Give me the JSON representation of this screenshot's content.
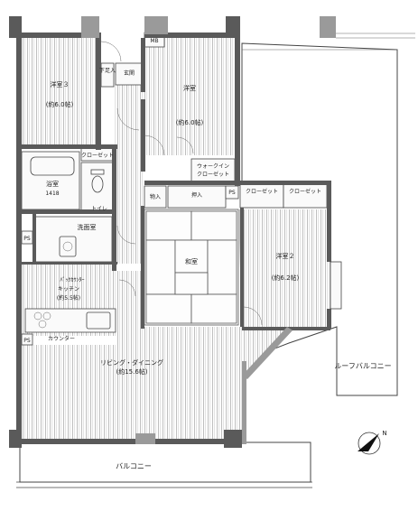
{
  "plan": {
    "rooms": {
      "western3": "洋室３",
      "western3_size": "(約6.0帖)",
      "western1": "洋室",
      "western1_size": "(約6.0帖)",
      "western2": "洋室２",
      "western2_size": "(約6.2帖)",
      "japanese": "和室",
      "bath": "浴室",
      "bath_size": "1418",
      "toilet": "トイレ",
      "washroom": "洗面室",
      "kitchen1": "ﾊﾟｯｸｶｳﾝﾀｰ",
      "kitchen2": "キッチン",
      "kitchen_size": "(約5.5帖)",
      "ldk": "リビング・ダイニング",
      "ldk_size": "(約15.6帖)",
      "entrance": "玄関",
      "balcony": "バルコニー",
      "roof_balcony": "ルーフバルコニー"
    },
    "storage": {
      "shoe": "下足入",
      "mb": "MB",
      "closet_bath": "クローゼット",
      "walkin1": "ウォークイン",
      "walkin2": "クローゼット",
      "closet_a": "クローゼット",
      "closet_b": "クローゼット",
      "storage1": "物入",
      "oshiire": "押入",
      "ps1": "PS",
      "ps2": "PS",
      "ps3": "PS",
      "counter": "カウンター"
    },
    "compass": "N"
  }
}
